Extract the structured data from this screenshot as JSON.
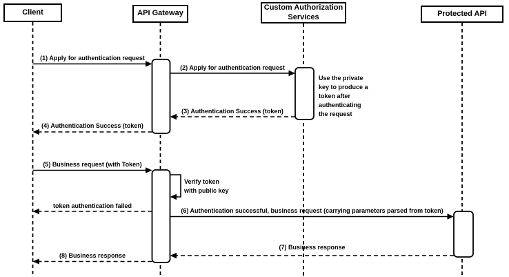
{
  "diagram": {
    "kind": "uml-sequence-diagram",
    "colors": {
      "background": "#ffffff",
      "line": "#000000",
      "shape_fill": "#ffffff",
      "text": "#000000"
    },
    "participants": [
      {
        "name": "Client"
      },
      {
        "name": "API Gateway"
      },
      {
        "name": "Custom Authorization Services"
      },
      {
        "name": "Protected API"
      }
    ],
    "messages": [
      {
        "label": "(1) Apply for authentication request",
        "from": "Client",
        "to": "API Gateway",
        "style": "solid"
      },
      {
        "label": "(2) Apply for authentication request",
        "from": "API Gateway",
        "to": "Custom Authorization Services",
        "style": "solid"
      },
      {
        "label": "(3) Authentication Success (token)",
        "from": "Custom Authorization Services",
        "to": "API Gateway",
        "style": "dashed"
      },
      {
        "label": "(4) Authentication Success (token)",
        "from": "API Gateway",
        "to": "Client",
        "style": "dashed"
      },
      {
        "label": "(5) Business request (with Token)",
        "from": "Client",
        "to": "API Gateway",
        "style": "solid"
      },
      {
        "label": "Verify token\nwith public key",
        "from": "API Gateway",
        "to": "API Gateway",
        "style": "self"
      },
      {
        "label": "token authentication failed",
        "from": "API Gateway",
        "to": "Client",
        "style": "dashed"
      },
      {
        "label": "(6) Authentication successful, business request (carrying parameters parsed from token)",
        "from": "API Gateway",
        "to": "Protected API",
        "style": "solid"
      },
      {
        "label": "(7) Business response",
        "from": "Protected API",
        "to": "API Gateway",
        "style": "dashed"
      },
      {
        "label": "(8) Business response",
        "from": "API Gateway",
        "to": "Client",
        "style": "dashed"
      }
    ],
    "notes": [
      {
        "text": "Use the private\nkey to produce a\ntoken after\nauthenticating\nthe request",
        "attached_to": "Custom Authorization Services"
      }
    ]
  }
}
